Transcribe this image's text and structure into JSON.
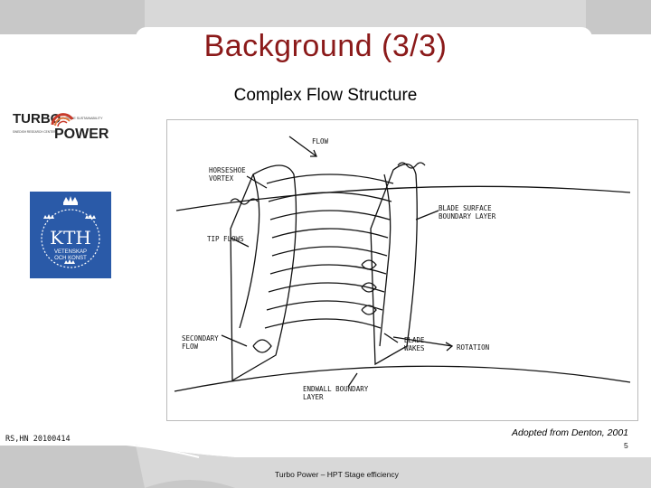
{
  "slide": {
    "title": "Background (3/3)",
    "subtitle": "Complex Flow Structure",
    "caption": "Adopted from Denton, 2001"
  },
  "logos": {
    "turbo_top": "TURBO",
    "turbo_bottom": "POWER",
    "turbo_tagline_1": "TURBINE SUSTAINABILITY",
    "turbo_tagline_2": "SWEDISH RESEARCH CENTER",
    "kth_text": "KTH",
    "kth_sub_1": "VETENSKAP",
    "kth_sub_2": "OCH KONST"
  },
  "figure_labels": {
    "flow": "FLOW",
    "horseshoe_1": "HORSESHOE",
    "horseshoe_2": "VORTEX",
    "tip_flows": "TIP FLOWS",
    "blade_surface_1": "BLADE SURFACE",
    "blade_surface_2": "BOUNDARY LAYER",
    "secondary_1": "SECONDARY",
    "secondary_2": "FLOW",
    "blade_wakes_1": "BLADE",
    "blade_wakes_2": "WAKES",
    "rotation": "ROTATION",
    "endwall_1": "ENDWALL BOUNDARY",
    "endwall_2": "LAYER"
  },
  "footer": {
    "left": "RS,HN 20100414",
    "center": "Turbo Power – HPT Stage efficiency",
    "page": "5"
  },
  "colors": {
    "title": "#8b1a1a",
    "kth_blue": "#2a5aa8",
    "turbo_red": "#c83a2a"
  }
}
